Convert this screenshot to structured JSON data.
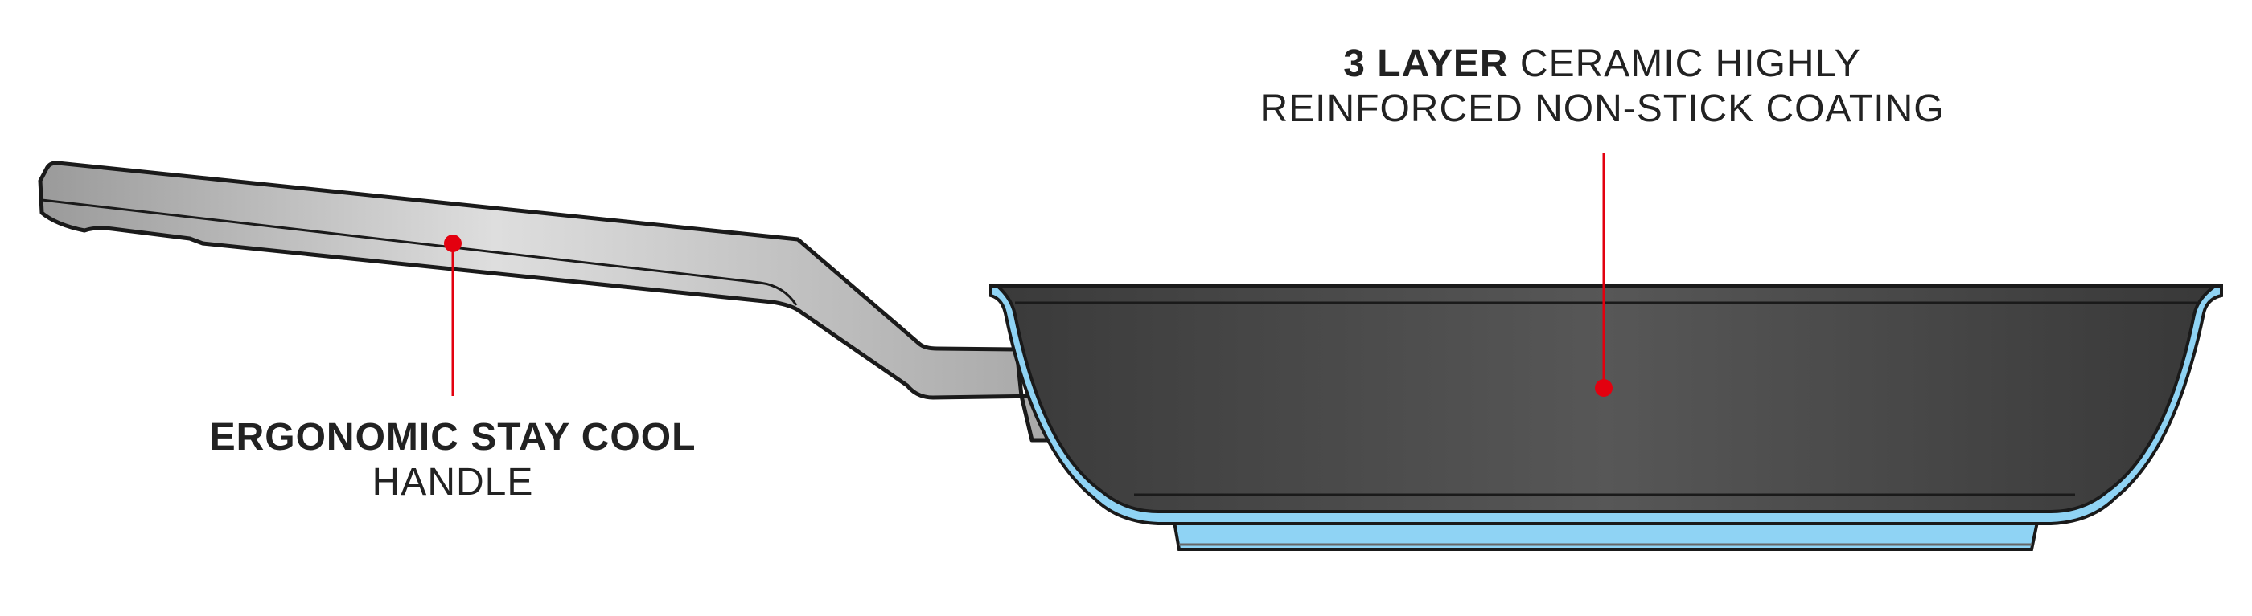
{
  "callouts": {
    "coating": {
      "bold": "3 LAYER",
      "line1_rest": " CERAMIC HIGHLY",
      "line2": "REINFORCED NON-STICK COATING"
    },
    "handle": {
      "line1": "ERGONOMIC STAY COOL",
      "line2": "HANDLE"
    }
  },
  "colors": {
    "accent": "#e3000f",
    "coating": "#4a4a4a",
    "base": "#8fd3f4",
    "handle": "#c8c8c8"
  }
}
